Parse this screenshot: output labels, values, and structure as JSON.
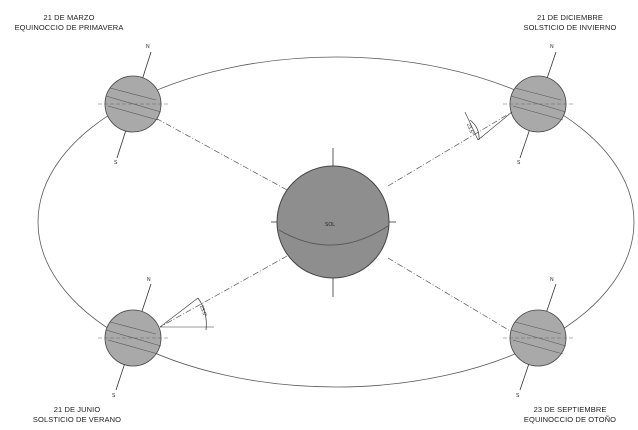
{
  "sun": {
    "label": "SOL"
  },
  "positions": {
    "march": {
      "date": "21 DE MARZO",
      "event": "EQUINOCCIO DE PRIMAVERA",
      "n": "N",
      "s": "S"
    },
    "december": {
      "date": "21 DE DICIEMBRE",
      "event": "SOLSTICIO DE INVIERNO",
      "n": "N",
      "s": "S"
    },
    "june": {
      "date": "21 DE JUNIO",
      "event": "SOLSTICIO DE VERANO",
      "n": "N",
      "s": "S"
    },
    "september": {
      "date": "23 DE SEPTIEMBRE",
      "event": "EQUINOCCIO DE OTOÑO",
      "n": "N",
      "s": "S"
    }
  },
  "angle_labels": {
    "winter": "23.5°",
    "summer": "23.5°"
  },
  "colors": {
    "earth_fill": "#a9a9a9",
    "sun_fill": "#8e8e8e",
    "line": "#333333",
    "orbit": "#555555"
  }
}
